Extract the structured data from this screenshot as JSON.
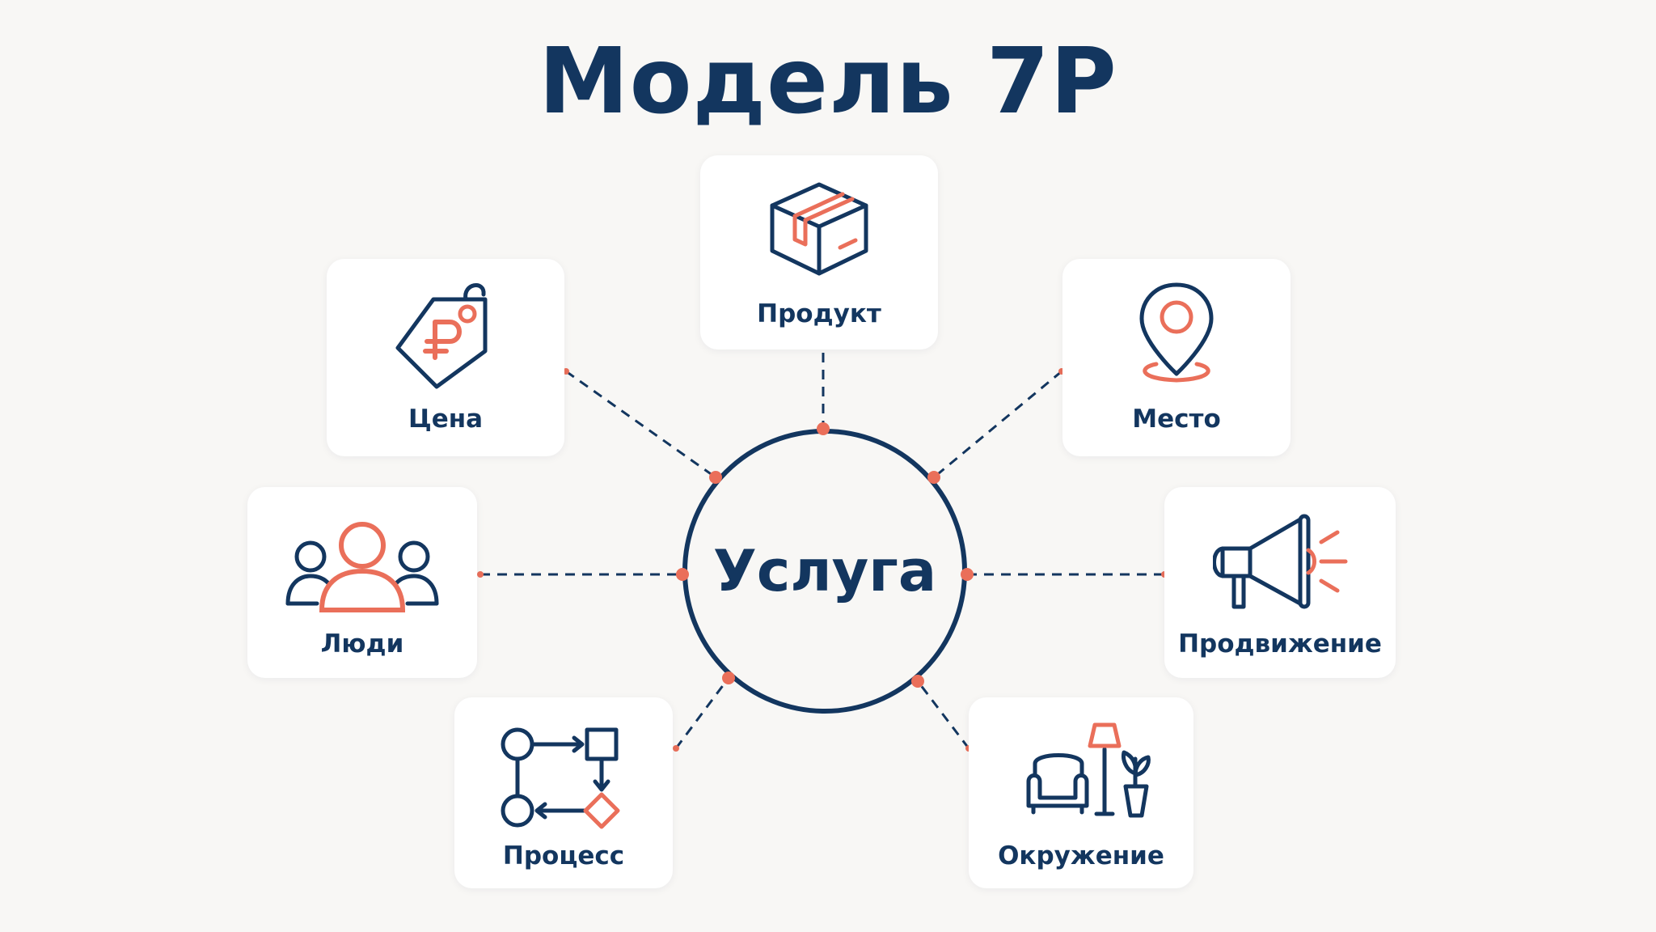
{
  "title": "Модель 7P",
  "center": {
    "label": "Услуга"
  },
  "nodes": [
    {
      "id": "product",
      "label": "Продукт",
      "icon": "box-icon"
    },
    {
      "id": "price",
      "label": "Цена",
      "icon": "price-tag-icon"
    },
    {
      "id": "place",
      "label": "Место",
      "icon": "map-pin-icon"
    },
    {
      "id": "people",
      "label": "Люди",
      "icon": "people-icon"
    },
    {
      "id": "promotion",
      "label": "Продвижение",
      "icon": "megaphone-icon"
    },
    {
      "id": "process",
      "label": "Процесс",
      "icon": "flowchart-icon"
    },
    {
      "id": "physical",
      "label": "Окружение",
      "icon": "interior-icon"
    }
  ],
  "colors": {
    "navy": "#13365f",
    "accent": "#ea6f5a",
    "background": "#f8f7f5",
    "card": "#ffffff"
  }
}
